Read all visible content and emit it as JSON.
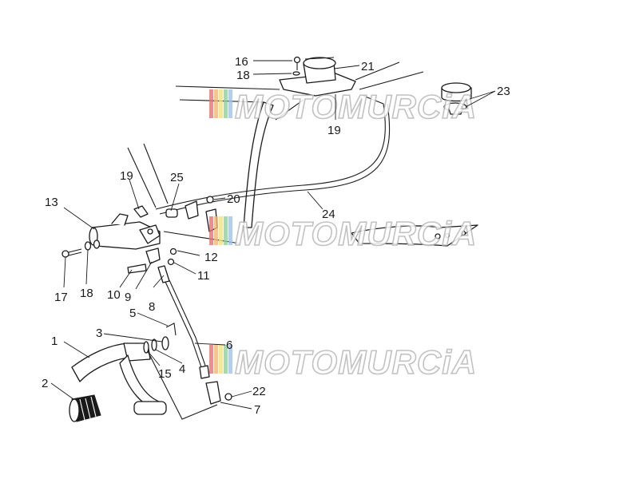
{
  "diagram": {
    "labels": [
      {
        "id": "1",
        "text": "1"
      },
      {
        "id": "2",
        "text": "2"
      },
      {
        "id": "3",
        "text": "3"
      },
      {
        "id": "4",
        "text": "4"
      },
      {
        "id": "5",
        "text": "5"
      },
      {
        "id": "6",
        "text": "6"
      },
      {
        "id": "7",
        "text": "7"
      },
      {
        "id": "8",
        "text": "8"
      },
      {
        "id": "9",
        "text": "9"
      },
      {
        "id": "10",
        "text": "10"
      },
      {
        "id": "11",
        "text": "11"
      },
      {
        "id": "12",
        "text": "12"
      },
      {
        "id": "13",
        "text": "13"
      },
      {
        "id": "15",
        "text": "15"
      },
      {
        "id": "16",
        "text": "16"
      },
      {
        "id": "17",
        "text": "17"
      },
      {
        "id": "18a",
        "text": "18"
      },
      {
        "id": "18b",
        "text": "18"
      },
      {
        "id": "19a",
        "text": "19"
      },
      {
        "id": "19b",
        "text": "19"
      },
      {
        "id": "20",
        "text": "20"
      },
      {
        "id": "21",
        "text": "21"
      },
      {
        "id": "22",
        "text": "22"
      },
      {
        "id": "23",
        "text": "23"
      },
      {
        "id": "24",
        "text": "24"
      },
      {
        "id": "25",
        "text": "25"
      }
    ]
  },
  "watermark": {
    "text": "MOTOMURCiA",
    "colors": [
      "#e57373",
      "#f2b66d",
      "#f3e27a",
      "#8fd19e",
      "#9fc3e8"
    ]
  }
}
